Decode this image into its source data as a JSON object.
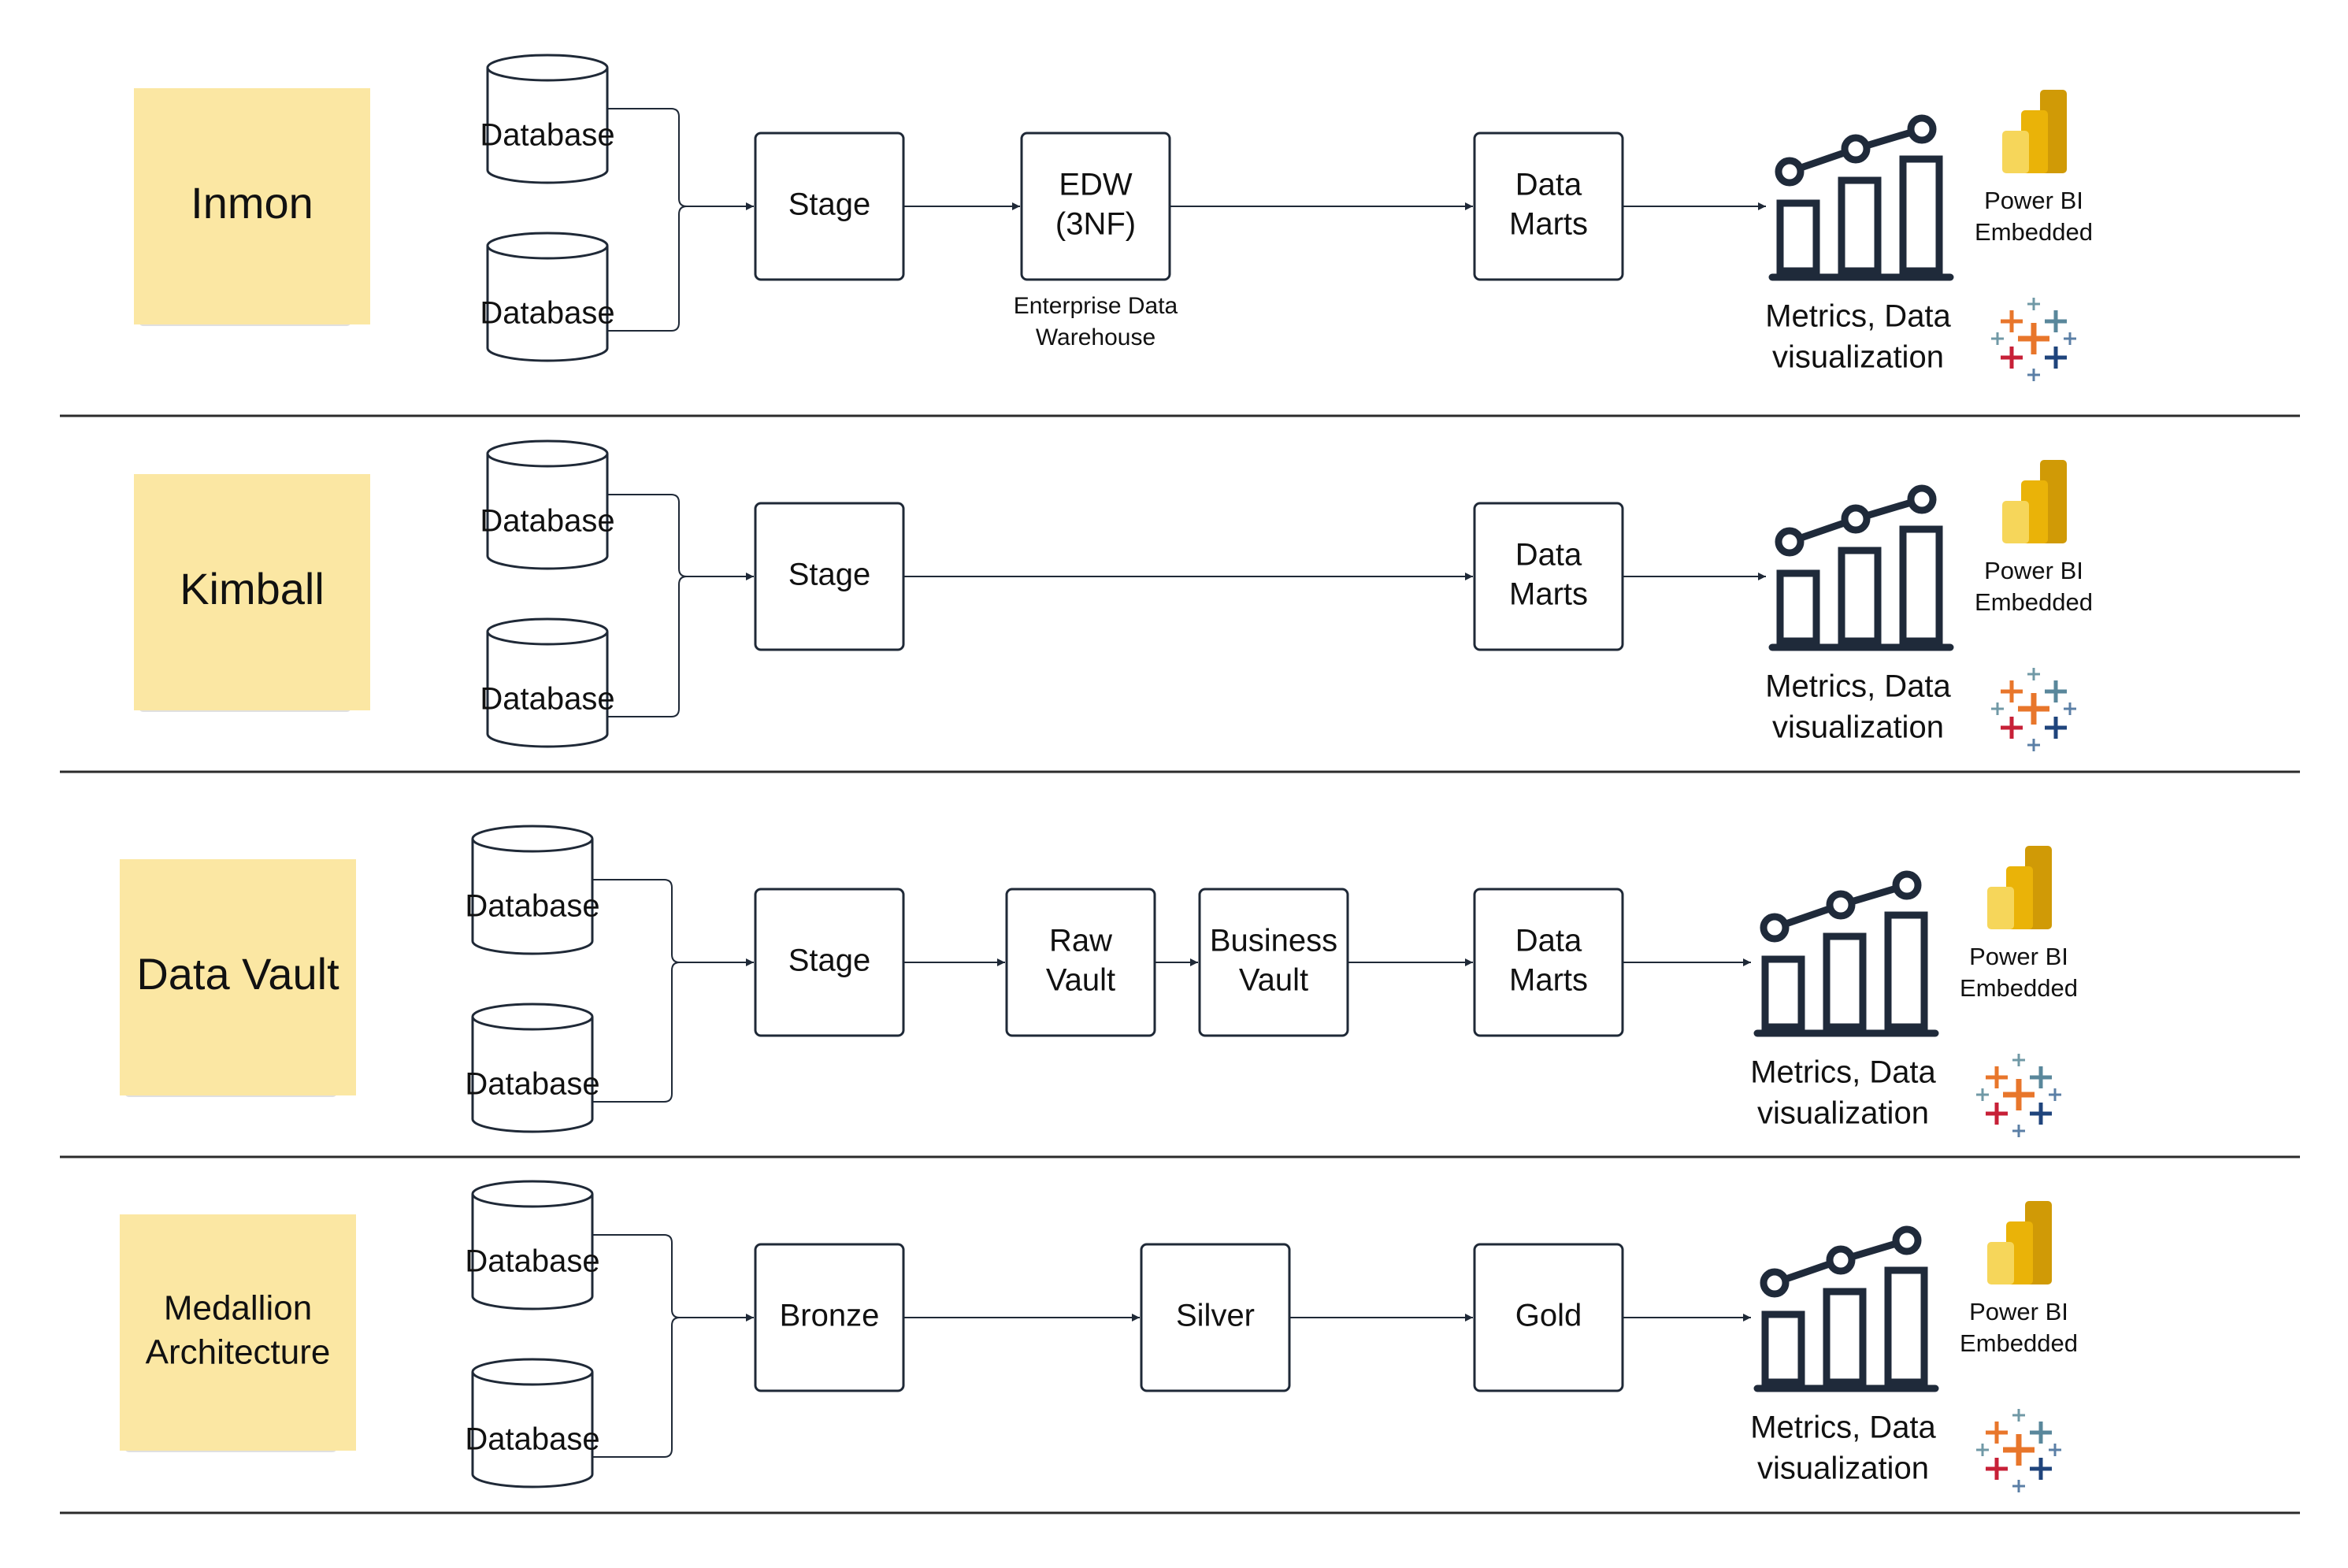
{
  "rows": [
    {
      "id": "inmon",
      "title": "Inmon",
      "sources": [
        "Database",
        "Database"
      ],
      "stages": [
        "Stage",
        "EDW\n(3NF)",
        "Data\nMarts"
      ],
      "stage_caption": "Enterprise Data\nWarehouse",
      "output_label": "Metrics, Data\nvisualization",
      "tool_label": "Power BI\nEmbedded"
    },
    {
      "id": "kimball",
      "title": "Kimball",
      "sources": [
        "Database",
        "Database"
      ],
      "stages": [
        "Stage",
        "Data\nMarts"
      ],
      "stage_caption": "",
      "output_label": "Metrics, Data\nvisualization",
      "tool_label": "Power BI\nEmbedded"
    },
    {
      "id": "data-vault",
      "title": "Data Vault",
      "sources": [
        "Database",
        "Database"
      ],
      "stages": [
        "Stage",
        "Raw\nVault",
        "Business\nVault",
        "Data\nMarts"
      ],
      "stage_caption": "",
      "output_label": "Metrics, Data\nvisualization",
      "tool_label": "Power BI\nEmbedded"
    },
    {
      "id": "medallion",
      "title": "Medallion\nArchitecture",
      "sources": [
        "Database",
        "Database"
      ],
      "stages": [
        "Bronze",
        "Silver",
        "Gold"
      ],
      "stage_caption": "",
      "output_label": "Metrics, Data\nvisualization",
      "tool_label": "Power BI\nEmbedded"
    }
  ],
  "colors": {
    "sticky_note": "#fbe7a3",
    "stroke": "#1f2937",
    "chart_icon": "#1f2a3a",
    "powerbi_dark": "#d09a06",
    "powerbi_mid": "#eab308",
    "powerbi_light": "#f6d65a",
    "tableau_orange": "#e8762b",
    "tableau_blue": "#5b7fa6",
    "tableau_red": "#c72037",
    "tableau_navy": "#1f447c",
    "tableau_teal": "#59879b",
    "tableau_purple": "#7099a6"
  },
  "icons": {
    "source": "database-cylinder-icon",
    "output": "bar-line-chart-icon",
    "power_bi": "power-bi-logo-icon",
    "tableau": "tableau-logo-icon"
  }
}
